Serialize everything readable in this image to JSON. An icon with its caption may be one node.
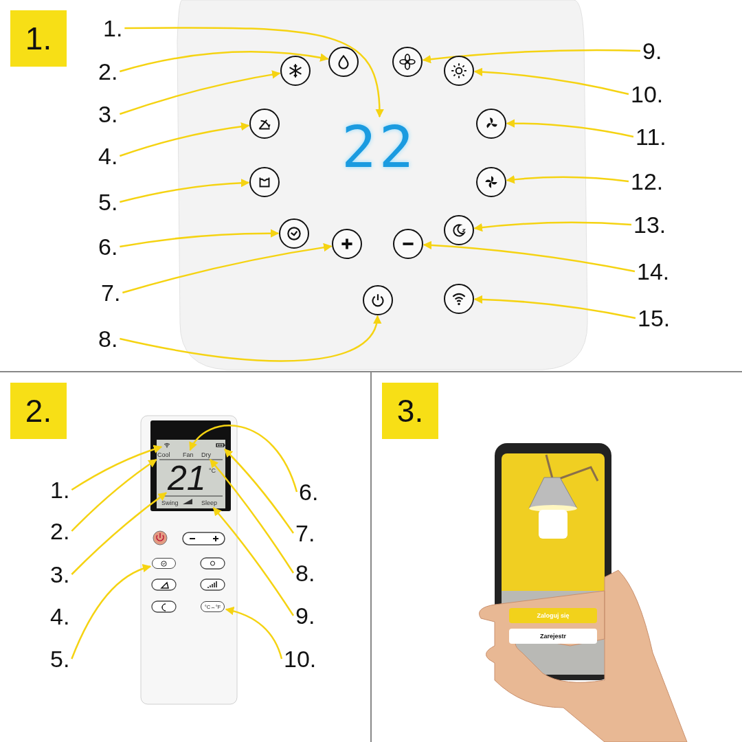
{
  "diagram": {
    "nodes": [
      {
        "text": [
          "1."
        ]
      },
      {
        "text": [
          "1."
        ]
      },
      {
        "text": [
          "2."
        ]
      },
      {
        "text": [
          "3."
        ]
      },
      {
        "text": [
          "4."
        ]
      },
      {
        "text": [
          "5."
        ]
      },
      {
        "text": [
          "6."
        ]
      },
      {
        "text": [
          "7."
        ]
      },
      {
        "text": [
          "8."
        ]
      },
      {
        "text": [
          "9."
        ]
      },
      {
        "text": [
          "10."
        ]
      },
      {
        "text": [
          "11."
        ]
      },
      {
        "text": [
          "12."
        ]
      },
      {
        "text": [
          "13."
        ]
      },
      {
        "text": [
          "14."
        ]
      },
      {
        "text": [
          "15."
        ]
      },
      {
        "text": [
          "22"
        ]
      },
      {
        "text": [],
        "shape": "circle"
      },
      {
        "text": [],
        "shape": "circle"
      },
      {
        "text": [],
        "shape": "circle"
      },
      {
        "text": [],
        "shape": "circle"
      },
      {
        "text": [],
        "shape": "circle"
      },
      {
        "text": [],
        "shape": "circle"
      },
      {
        "text": [],
        "shape": "circle"
      },
      {
        "text": [],
        "shape": "circle"
      },
      {
        "text": [],
        "shape": "circle"
      },
      {
        "text": [],
        "shape": "circle"
      },
      {
        "text": [],
        "shape": "circle"
      },
      {
        "text": [],
        "shape": "circle"
      },
      {
        "text": [],
        "shape": "circle"
      },
      {
        "text": [],
        "shape": "circle"
      },
      {
        "text": [
          "2."
        ]
      },
      {
        "text": [
          "1."
        ]
      },
      {
        "text": [
          "2."
        ]
      },
      {
        "text": [
          "3."
        ]
      },
      {
        "text": [
          "4."
        ]
      },
      {
        "text": [
          "5."
        ]
      },
      {
        "text": [
          "6."
        ]
      },
      {
        "text": [
          "7."
        ]
      },
      {
        "text": [
          "8."
        ]
      },
      {
        "text": [
          "9."
        ]
      },
      {
        "text": [
          "10."
        ]
      },
      {
        "text": [],
        "shape": "picture"
      },
      {
        "text": [
          "Cool"
        ]
      },
      {
        "text": [
          "21"
        ]
      },
      {
        "text": [
          "Fan"
        ]
      },
      {
        "text": [],
        "shape": "picture"
      },
      {
        "text": [
          "Dry"
        ]
      },
      {
        "text": [
          "Sleep"
        ]
      },
      {
        "text": [],
        "shape": "box"
      },
      {
        "text": [
          "°C↔°F"
        ]
      },
      {
        "text": [
          "3."
        ]
      }
    ],
    "edges": [
      {
        "from": 1,
        "to": 16,
        "arrow": "to"
      },
      {
        "from": 2,
        "to": 17,
        "arrow": "to"
      },
      {
        "from": 3,
        "to": 18,
        "arrow": "to"
      },
      {
        "from": 4,
        "to": 19,
        "arrow": "to"
      },
      {
        "from": 5,
        "to": 20,
        "arrow": "to"
      },
      {
        "from": 6,
        "to": 21,
        "arrow": "to"
      },
      {
        "from": 7,
        "to": 22,
        "arrow": "to"
      },
      {
        "from": 8,
        "to": 23,
        "arrow": "to"
      },
      {
        "from": 9,
        "to": 24,
        "arrow": "to"
      },
      {
        "from": 10,
        "to": 25,
        "arrow": "to"
      },
      {
        "from": 11,
        "to": 26,
        "arrow": "to"
      },
      {
        "from": 12,
        "to": 27,
        "arrow": "to"
      },
      {
        "from": 13,
        "to": 28,
        "arrow": "to"
      },
      {
        "from": 14,
        "to": 29,
        "arrow": "to"
      },
      {
        "from": 15,
        "to": 30,
        "arrow": "to"
      },
      {
        "from": 32,
        "to": 42,
        "arrow": "to"
      },
      {
        "from": 33,
        "to": 43,
        "arrow": "to"
      },
      {
        "from": 34,
        "to": 44,
        "arrow": "to"
      },
      {
        "from": 36,
        "to": 49,
        "arrow": "to"
      },
      {
        "from": 37,
        "to": 45,
        "arrow": "to"
      },
      {
        "from": 38,
        "to": 46,
        "arrow": "to"
      },
      {
        "from": 39,
        "to": 47,
        "arrow": "to"
      },
      {
        "from": 40,
        "to": 48,
        "arrow": "to"
      },
      {
        "from": 41,
        "to": 50,
        "arrow": "to"
      }
    ],
    "labels": [
      "°C",
      "Swing",
      "Zaloguj się",
      "Zarejestr"
    ]
  }
}
